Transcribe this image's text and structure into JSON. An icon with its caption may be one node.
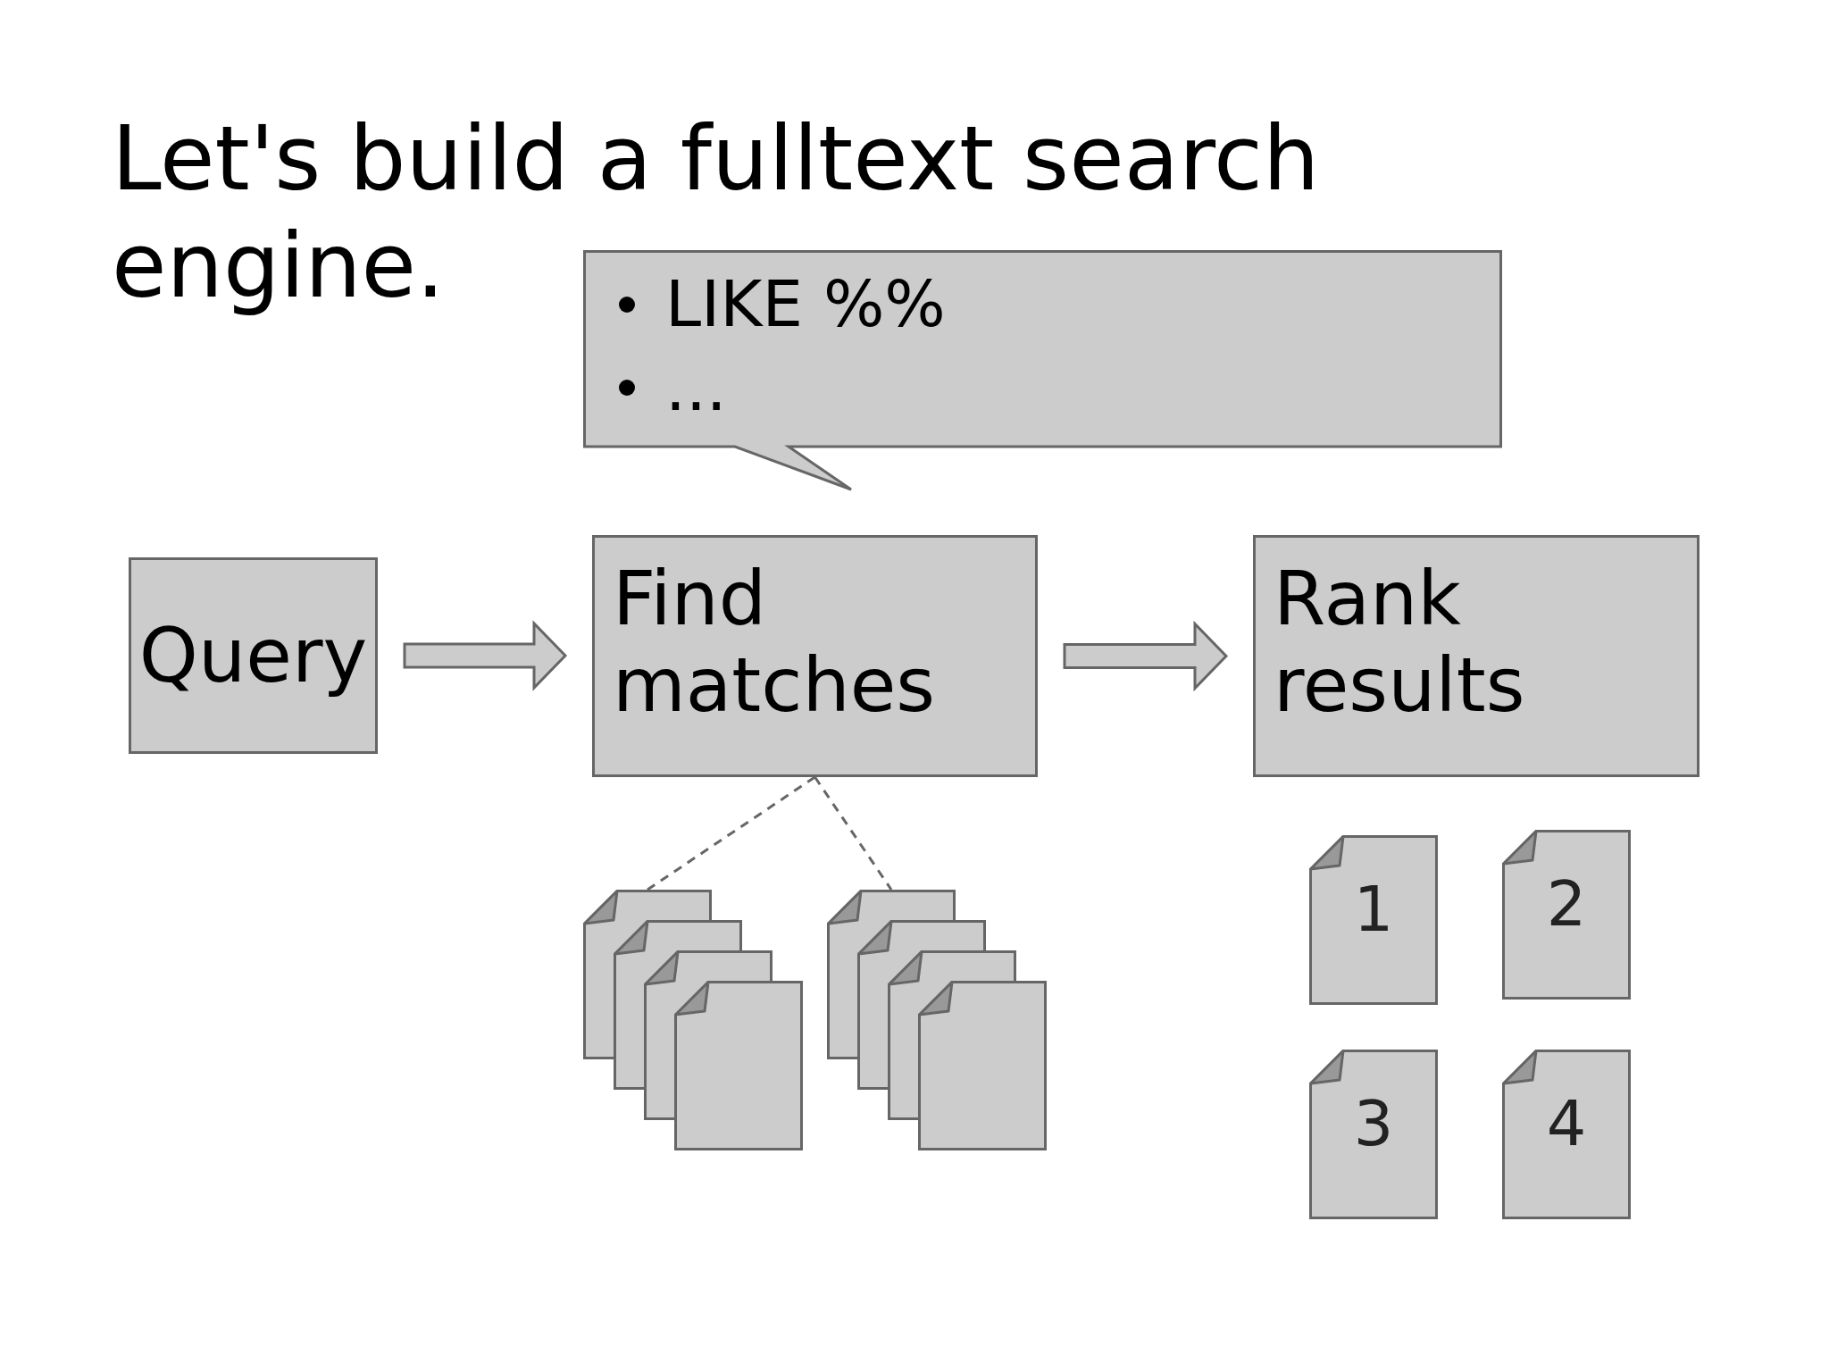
{
  "diagram": {
    "title": "Let's build a fulltext search engine.",
    "nodes": [
      {
        "text": [
          "LIKE %%",
          "..."
        ]
      },
      {
        "text": [
          "Query"
        ]
      },
      {
        "text": [
          "Find matches"
        ]
      },
      {
        "text": [
          "Rank results"
        ]
      },
      {
        "text": [],
        "shape": "document"
      },
      {
        "text": [],
        "shape": "document"
      },
      {
        "text": [],
        "shape": "document"
      },
      {
        "text": [],
        "shape": "document"
      },
      {
        "text": [],
        "shape": "document"
      },
      {
        "text": [],
        "shape": "document"
      },
      {
        "text": [],
        "shape": "document"
      },
      {
        "text": [],
        "shape": "document"
      },
      {
        "text": [
          "1"
        ]
      },
      {
        "text": [
          "2"
        ]
      },
      {
        "text": [
          "3"
        ]
      },
      {
        "text": [
          "4"
        ]
      }
    ],
    "edges": [
      {
        "from": 1,
        "to": 2,
        "arrow": "to",
        "style": "thick"
      },
      {
        "from": 2,
        "to": 3,
        "arrow": "to",
        "style": "thick"
      },
      {
        "from": 2,
        "to": 4,
        "arrow": "none",
        "style": "dashed"
      },
      {
        "from": 2,
        "to": 8,
        "arrow": "none",
        "style": "dashed"
      }
    ]
  }
}
